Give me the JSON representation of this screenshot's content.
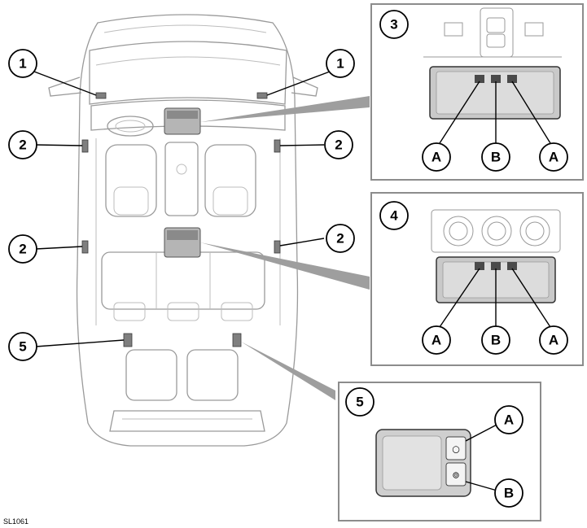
{
  "figure_code": "SL1061",
  "callouts": {
    "front_left": "1",
    "front_right": "1",
    "door_front_left": "2",
    "door_front_right": "2",
    "door_rear_left": "2",
    "door_rear_right": "2",
    "load_space": "5"
  },
  "detail_panels": {
    "front_console": {
      "number": "3",
      "labels": [
        "A",
        "B",
        "A"
      ]
    },
    "rear_console": {
      "number": "4",
      "labels": [
        "A",
        "B",
        "A"
      ]
    },
    "load_space_lamp": {
      "number": "5",
      "labels": [
        "A",
        "B"
      ],
      "switch_symbols": [
        "○",
        "⊚"
      ]
    }
  }
}
